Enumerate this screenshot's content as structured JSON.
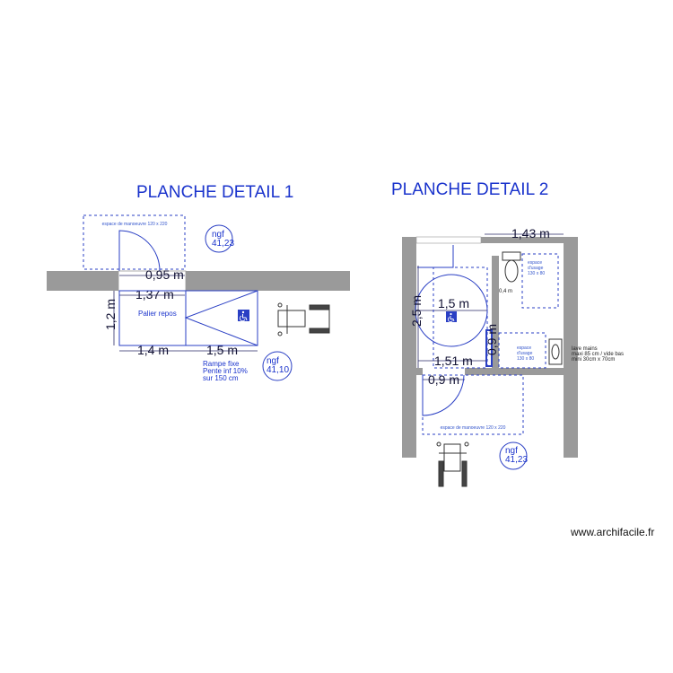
{
  "detail1": {
    "title": "PLANCHE DETAIL 1",
    "dims": {
      "door_width": "0,95 m",
      "landing_width_top": "1,37 m",
      "landing_height": "1,2 m",
      "landing_width_bottom": "1,4 m",
      "ramp_length": "1,5 m"
    },
    "landing_label": "Palier repos",
    "ramp_note": [
      "Rampe fixe",
      "Pente inf 10%",
      "sur 150 cm"
    ],
    "maneuver_label": "espace de manoeuvre 120 x 220",
    "ngf_top": {
      "label": "ngf",
      "value": "41,23"
    },
    "ngf_bottom": {
      "label": "ngf",
      "value": "41,10"
    },
    "icons": [
      "wheelchair-symbol",
      "wheelchair-plan"
    ]
  },
  "detail2": {
    "title": "PLANCHE DETAIL 2",
    "dims": {
      "width_top": "1,43 m",
      "circle_diameter": "1,5 m",
      "height_left": "2,5 m",
      "partition": "0,9 m",
      "width_mid": "1,51 m",
      "door_width": "0,9 m",
      "wc_offset": "0,4 m"
    },
    "usage_top": [
      "espace",
      "d'usage",
      "130 x 80"
    ],
    "usage_mid": [
      "espace",
      "d'usage",
      "130 x 80"
    ],
    "sink_note": [
      "lave mains",
      "maxi 85 cm / vide bas",
      "mini 30cm x 70cm"
    ],
    "maneuver_label": "espace de manoeuvre 120 x 220",
    "ngf": {
      "label": "ngf",
      "value": "41,23"
    },
    "icons": [
      "wheelchair-symbol",
      "wheelchair-plan",
      "toilet",
      "sink"
    ]
  },
  "watermark": "www.archifacile.fr",
  "colors": {
    "line": "#2a3fc4",
    "wall": "#9a9a9a",
    "title": "#1a33cc"
  }
}
